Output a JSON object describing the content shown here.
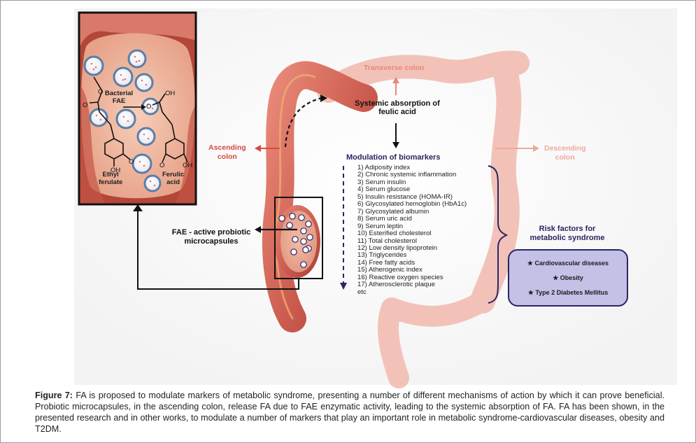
{
  "figure": {
    "inset_labels": {
      "bacterial_fae": "Bacterial\nFAE",
      "ethyl_ferulate": "Ethyl\nferulate",
      "ferulic_acid": "Ferulic\nacid",
      "o_left": "O",
      "o_right": "O",
      "oh_top": "OH",
      "oh_left": "OH",
      "oh_right": "OH",
      "o_ether": "O",
      "o_meth_left": "O",
      "o_meth_right": "O"
    },
    "colon_labels": {
      "transverse": "Transverse colon",
      "ascending": "Ascending\ncolon",
      "descending": "Descending\ncolon"
    },
    "systemic_absorption": "Systemic absorption of\nfeulic acid",
    "fae_microcapsules": "FAE - active probiotic\nmicrocapsules",
    "biomarkers_title": "Modulation of biomarkers",
    "biomarkers": [
      "1)   Adiposity index",
      "2)   Chronic systemic inflammation",
      "3)   Serum insulin",
      "4)   Serum glucose",
      "5)   Insulin resistance (HOMA-IR)",
      "6)   Glycosylated hemoglobin (HbA1c)",
      "7)   Glycosylated albumin",
      "8)   Serum uric acid",
      "9)   Serum leptin",
      "10) Esterified cholesterol",
      "11) Total cholesterol",
      "12) Low density lipoprotein",
      "13) Triglycerides",
      "14) Free fatty acids",
      "15) Atherogenic index",
      "16) Reactive oxygen species",
      "17) Atherosclerotic plaque",
      "      etc"
    ],
    "risk_title": "Risk factors for\nmetabolic syndrome",
    "risk_factors": [
      "★ Cardiovascular diseases",
      "★ Obesity",
      "★ Type 2 Diabetes Mellitus"
    ]
  },
  "caption": {
    "label": "Figure 7:",
    "text": " FA is proposed to modulate markers of metabolic syndrome, presenting a number of different mechanisms of action by which it can prove beneficial. Probiotic microcapsules, in the ascending colon, release FA due to FAE enzymatic activity, leading to the systemic absorption of FA. FA has been shown, in the presented research and in other works, to modulate a number of markers that play an important role in metabolic syndrome-cardiovascular diseases, obesity and T2DM."
  },
  "colors": {
    "colon": "#d96a5c",
    "colon_faded": "#f2c2b8",
    "arrow_faded": "#e8877a",
    "navy": "#2b2463",
    "risk_fill": "#c4c1e7",
    "microcapsule_ring": "#5b7fa6"
  }
}
